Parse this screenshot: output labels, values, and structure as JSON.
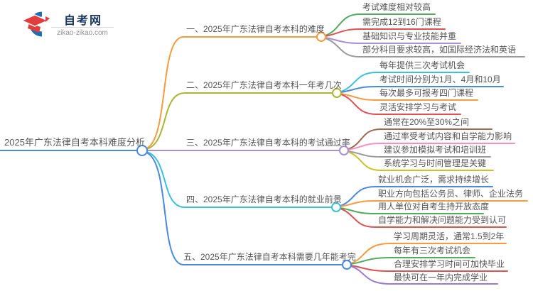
{
  "logo": {
    "site_name": "自考网",
    "site_url": "zikao-zikao.com",
    "brand_blue": "#1a6fb5",
    "brand_red": "#e23c3c"
  },
  "root": {
    "label": "2025年广东法律自考本科难度分析",
    "color": "#4a89dc"
  },
  "branches": [
    {
      "label": "一、2025年广东法律自考本科的难度",
      "color": "#f59b40",
      "children": [
        {
          "text": "考试难度相对较高",
          "color": "#52ab5e"
        },
        {
          "text": "需完成12到16门课程",
          "color": "#e05252"
        },
        {
          "text": "基础知识与专业技能并重",
          "color": "#a98fd6"
        },
        {
          "text": "部分科目要求较高，如国际经济法和英语",
          "color": "#9b9b9b"
        }
      ]
    },
    {
      "label": "二、2025年广东法律自考本科一年考几次",
      "color": "#aab534",
      "children": [
        {
          "text": "每年提供三次考试机会",
          "color": "#3bc0dc"
        },
        {
          "text": "考试时间分别为1月、4月和10月",
          "color": "#4a89dc"
        },
        {
          "text": "每次最多可报考四门课程",
          "color": "#f59b40"
        },
        {
          "text": "灵活安排学习与考试",
          "color": "#e05252"
        }
      ]
    },
    {
      "label": "三、2025年广东法律自考本科的考试通过率",
      "color": "#a98fd6",
      "children": [
        {
          "text": "通常在20%至30%之间",
          "color": "#9c6a50"
        },
        {
          "text": "通过率受考试内容和自学能力影响",
          "color": "#f78fc0"
        },
        {
          "text": "建议参加模拟考试和培训班",
          "color": "#9b9b9b"
        },
        {
          "text": "系统学习与时间管理是关键",
          "color": "#c9c22e"
        }
      ]
    },
    {
      "label": "四、2025年广东法律自考本科的就业前景",
      "color": "#3bc0dc",
      "children": [
        {
          "text": "就业机会广泛，需求持续增长",
          "color": "#4a89dc"
        },
        {
          "text": "职业方向包括公务员、律师、企业法务",
          "color": "#f59b40"
        },
        {
          "text": "用人单位对自考生持开放态度",
          "color": "#52ab5e"
        },
        {
          "text": "自学能力和解决问题能力受到认可",
          "color": "#e05252"
        }
      ]
    },
    {
      "label": "五、2025年广东法律自考本科需要几年能考完",
      "color": "#4a89dc",
      "children": [
        {
          "text": "学习周期灵活，通常1.5到2年",
          "color": "#f59b40"
        },
        {
          "text": "每年有三次考试机会",
          "color": "#52ab5e"
        },
        {
          "text": "合理安排学习时间可加快毕业",
          "color": "#e05252"
        },
        {
          "text": "最快可在一年内完成学业",
          "color": "#9b7bd1"
        }
      ]
    }
  ]
}
